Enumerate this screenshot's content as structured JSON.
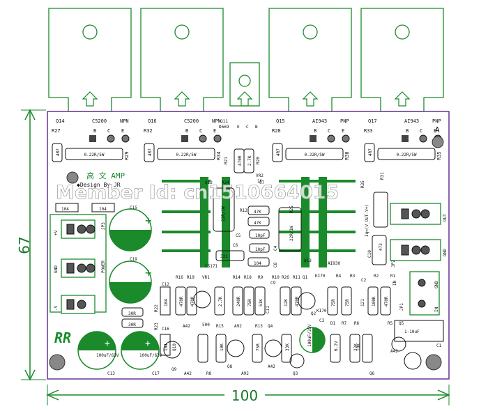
{
  "dimensions": {
    "height": "67",
    "width": "100"
  },
  "watermark": "Member Id: cn1510664015",
  "logo": "RR",
  "design_text": {
    "line1": "高 文 AMP",
    "line2": "◆Design By JR"
  },
  "transistors": [
    {
      "ref": "Q14",
      "label": "C5200",
      "type": "NPN",
      "resistor": "R27",
      "resistor_val": "4R7",
      "emitter_res": "R29",
      "emitter_val": "0.22R/5W"
    },
    {
      "ref": "Q16",
      "label": "C5200",
      "type": "NPN",
      "resistor": "R32",
      "resistor_val": "4R7",
      "emitter_res": "R34",
      "emitter_val": "0.22R/5W"
    },
    {
      "ref": "Q15",
      "label": "AI943",
      "type": "PNP",
      "resistor": "R28",
      "resistor_val": "4R7",
      "emitter_res": "R30",
      "emitter_val": "0.22R/5W"
    },
    {
      "ref": "Q17",
      "label": "AI943",
      "type": "PNP",
      "resistor": "R33",
      "resistor_val": "4R7",
      "emitter_res": "R35",
      "emitter_val": "0.22R/5W"
    }
  ],
  "pins": {
    "b": "B",
    "c": "C",
    "e": "E"
  },
  "driver": {
    "ref": "Q11",
    "label": "D669",
    "ecb": [
      "E",
      "C",
      "B"
    ]
  },
  "labels": {
    "r21": "R21",
    "r20": "R20",
    "r24": "R24",
    "vr2": "VR2",
    "k1": "1K",
    "v470r": "470R",
    "v27k": "2.7K",
    "v47k": "47K",
    "v10pf": "10pF",
    "v22r1w": "22R/1W",
    "c5": "C5",
    "c6": "C6",
    "c4": "C4",
    "c8": "C8",
    "c7": "C7",
    "r12": "R12",
    "v331": "331",
    "v104": "104",
    "q12": "Q12",
    "q13": "Q13",
    "c5171": "C5171",
    "a1930": "AI930",
    "r25": "R25",
    "r26": "R26",
    "k170": "KI70",
    "iq": "Iq=(V_OUT-V+)",
    "r35": "R35",
    "r31": "R31",
    "v473": "473",
    "jp1": "JP1",
    "jp2": "JP2",
    "jp3": "JP3",
    "out": "OUT",
    "gnd": "GND",
    "in": "IN",
    "power": "POWER",
    "vplus": "+V",
    "vminus": "-V",
    "c15": "C15",
    "c19": "C19",
    "c13": "C13",
    "c17": "C17",
    "cap_val": "100uF/63V",
    "c10": "C10",
    "c12": "C12",
    "c16": "C16",
    "r16": "R16",
    "r19": "R19",
    "vr1": "VR1",
    "v500": "500",
    "r22": "R22",
    "r23": "R23",
    "v30r": "30R",
    "a42": "A42",
    "a92": "A92",
    "q10": "Q10",
    "q9": "Q9",
    "q8": "Q8",
    "r8": "R8",
    "r15": "R15",
    "r13": "R13",
    "r14": "R14",
    "r18": "R18",
    "r9": "R9",
    "r10": "R10",
    "r11": "R11",
    "v240r": "240R",
    "v51k": "51K",
    "v10k": "10K",
    "v75r": "75R",
    "v12k": "12K",
    "v33k": "33K",
    "v62v": "6.2V",
    "v100k": "100K",
    "v121": "121",
    "q4": "Q4",
    "q3": "Q3",
    "q1": "Q1",
    "q2": "Q2",
    "q5": "Q5",
    "q6": "Q6",
    "d1": "D1",
    "r1": "R1",
    "r2": "R2",
    "r3": "R3",
    "r4": "R4",
    "r5": "R5",
    "r6": "R6",
    "r7": "R7",
    "c1": "C1",
    "c2": "C2",
    "c3": "C3",
    "c9": "C9",
    "c11": "C11",
    "c3val": "100uF/35V",
    "c1val": "1-10uF",
    "a": "A",
    "v104b": "104"
  }
}
